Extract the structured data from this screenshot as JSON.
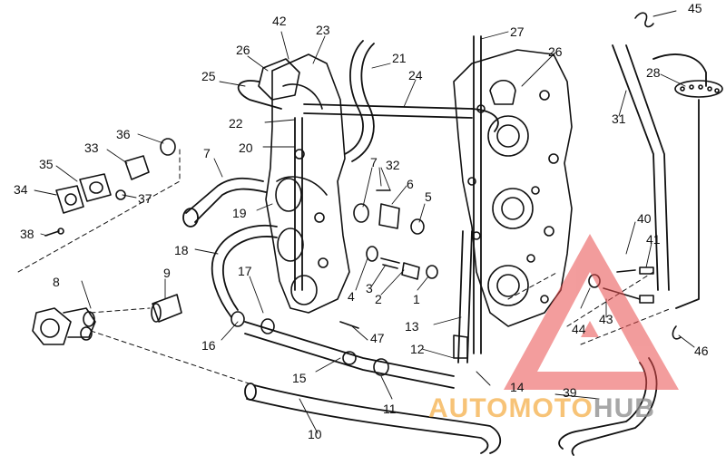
{
  "callouts": [
    {
      "id": "c1",
      "text": "1"
    },
    {
      "id": "c2",
      "text": "2"
    },
    {
      "id": "c3",
      "text": "3"
    },
    {
      "id": "c4",
      "text": "4"
    },
    {
      "id": "c5",
      "text": "5"
    },
    {
      "id": "c6",
      "text": "6"
    },
    {
      "id": "c7a",
      "text": "7"
    },
    {
      "id": "c7b",
      "text": "7"
    },
    {
      "id": "c8",
      "text": "8"
    },
    {
      "id": "c9",
      "text": "9"
    },
    {
      "id": "c10",
      "text": "10"
    },
    {
      "id": "c11",
      "text": "11"
    },
    {
      "id": "c12",
      "text": "12"
    },
    {
      "id": "c13",
      "text": "13"
    },
    {
      "id": "c14",
      "text": "14"
    },
    {
      "id": "c15",
      "text": "15"
    },
    {
      "id": "c16",
      "text": "16"
    },
    {
      "id": "c17",
      "text": "17"
    },
    {
      "id": "c18",
      "text": "18"
    },
    {
      "id": "c19",
      "text": "19"
    },
    {
      "id": "c20",
      "text": "20"
    },
    {
      "id": "c21",
      "text": "21"
    },
    {
      "id": "c22",
      "text": "22"
    },
    {
      "id": "c23",
      "text": "23"
    },
    {
      "id": "c24",
      "text": "24"
    },
    {
      "id": "c25",
      "text": "25"
    },
    {
      "id": "c26a",
      "text": "26"
    },
    {
      "id": "c26b",
      "text": "26"
    },
    {
      "id": "c27",
      "text": "27"
    },
    {
      "id": "c28",
      "text": "28"
    },
    {
      "id": "c31",
      "text": "31"
    },
    {
      "id": "c32",
      "text": "32"
    },
    {
      "id": "c33",
      "text": "33"
    },
    {
      "id": "c34",
      "text": "34"
    },
    {
      "id": "c35",
      "text": "35"
    },
    {
      "id": "c36",
      "text": "36"
    },
    {
      "id": "c37",
      "text": "37"
    },
    {
      "id": "c38",
      "text": "38"
    },
    {
      "id": "c39",
      "text": "39"
    },
    {
      "id": "c40",
      "text": "40"
    },
    {
      "id": "c41",
      "text": "41"
    },
    {
      "id": "c42",
      "text": "42"
    },
    {
      "id": "c43",
      "text": "43"
    },
    {
      "id": "c44",
      "text": "44"
    },
    {
      "id": "c45",
      "text": "45"
    },
    {
      "id": "c46",
      "text": "46"
    },
    {
      "id": "c47",
      "text": "47"
    }
  ],
  "watermark": {
    "part1": "AUTOMOTO",
    "part2": "HUB",
    "colors": {
      "orange": "#f5b04a",
      "red": "#e94d4d",
      "gray": "#8a8a8a"
    }
  }
}
